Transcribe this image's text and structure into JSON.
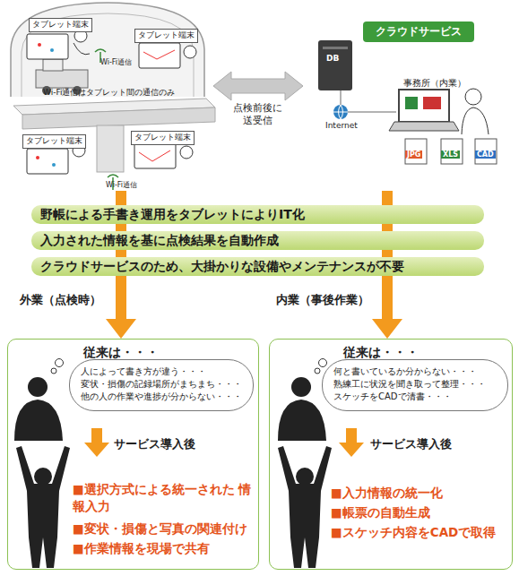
{
  "diagram": {
    "nodes": [
      {
        "text": [
          "タブレット端末"
        ]
      },
      {
        "text": [
          "タブレット端末"
        ]
      },
      {
        "text": [
          "タブレット端末"
        ]
      },
      {
        "text": [
          "タブレット端末"
        ]
      },
      {
        "text": [
          "クラウドサービス"
        ]
      },
      {
        "text": [
          "野帳による手書き運用をタブレットによりIT化"
        ]
      },
      {
        "text": [
          "入力された情報を基に点検結果を自動作成"
        ]
      },
      {
        "text": [
          "クラウドサービスのため、大掛かりな設備やメンテナンスが不要"
        ]
      },
      {
        "text": [
          "従来は・・・",
          "サービス導入後",
          "■選択方式による統一された 情報入力",
          "■変状・損傷と写真の関連付け",
          "■作業情報を現場で共有"
        ]
      },
      {
        "text": [
          "人によって書き方が違う・・・",
          "変状・損傷の記録場所がまちまち・・・",
          "他の人の作業や進捗が分からない・・・"
        ],
        "in": 8
      },
      {
        "text": [
          "従来は・・・",
          "サービス導入後",
          "■入力情報の統一化",
          "■帳票の自動生成",
          "■スケッチ内容をCADで取得"
        ]
      },
      {
        "text": [
          "何と書いているか分からない・・・",
          "熟練工に状況を聞き取って整理・・・",
          "スケッチをCADで清書・・・"
        ],
        "in": 10
      }
    ],
    "edges": [
      {
        "from": 7,
        "to": 8,
        "arrow": "to"
      },
      {
        "from": 7,
        "to": 10,
        "arrow": "to"
      }
    ],
    "labels": [
      "Wi-Fi通信",
      "Wi-Fi通信はタブレット間の通信のみ",
      "Wi-Fi通信",
      "点検前後に 送受信",
      "DB",
      "Internet",
      "事務所（内業）",
      "JPG",
      "XLS",
      "CAD",
      "外業（点検時）",
      "内業（事後作業）"
    ]
  }
}
